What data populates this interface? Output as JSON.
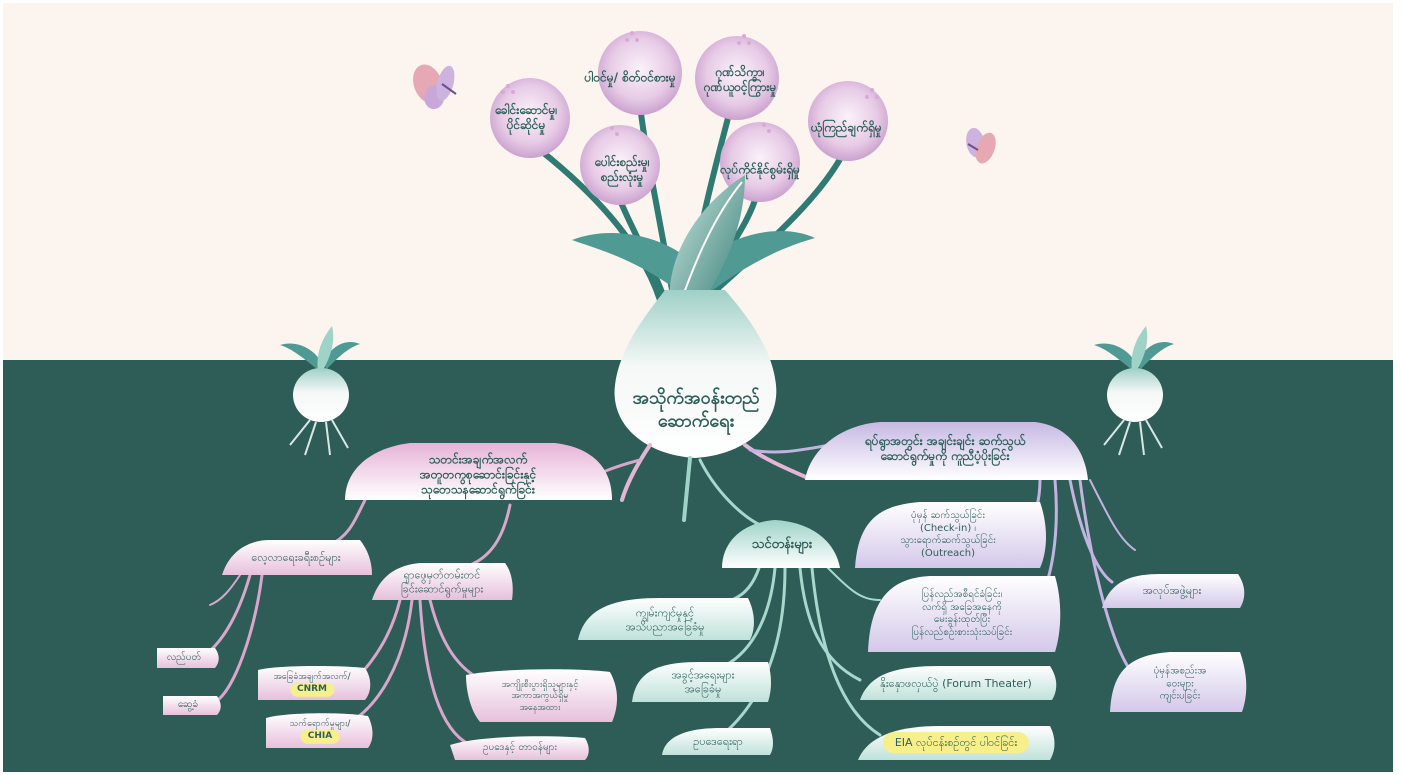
{
  "center": {
    "line1": "အသိုက်အဝန်းတည်",
    "line2": "ဆောက်ရေး"
  },
  "flowers": [
    {
      "lines": [
        "ခေါင်းဆောင်မှု၊",
        "ပိုင်ဆိုင်မှု"
      ]
    },
    {
      "lines": [
        "ပါဝင်မှု/ စိတ်ဝင်စားမှု"
      ]
    },
    {
      "lines": [
        "ဂုဏ်သိက္ခာ၊",
        "ဂုဏ်ယူဝင့်ကြွားမှု"
      ]
    },
    {
      "lines": [
        "ယုံကြည်ချက်ရှိမှု"
      ]
    },
    {
      "lines": [
        "ပေါင်းစည်းမှု၊",
        "စည်းလုံးမှု"
      ]
    },
    {
      "lines": [
        "လုပ်ကိုင်နိုင်စွမ်းရှိမှု"
      ]
    }
  ],
  "branches": {
    "left": {
      "title": [
        "သတင်းအချက်အလက်",
        "အတူတကွစုဆောင်းခြင်းနှင့်",
        "သုတေသနဆောင်ရွက်ခြင်း"
      ],
      "study_groups": "လေ့လာရေးခရီးစဉ်များ",
      "field_mapping": [
        "ရှာဖွေမှတ်တမ်းတင်",
        "ခြင်းဆောင်ရွက်မှုများ"
      ],
      "calendar": "လည်ပတ်",
      "maps": "ဆွေ့ခံ",
      "baseline": "အခြေခံအချက်အလက်/",
      "baseline_tag": "CNRM",
      "impact": "သက်ရောက်မှုများ/",
      "impact_tag": "CHIA",
      "rights": [
        "အကျိုးစီးပွားရှိသူများနှင့်",
        "အကာအကွယ်ရှိမှု",
        "အနေအထား"
      ],
      "law": "ဥပဒေနှင့် တာဝန်များ"
    },
    "middle": {
      "title": "သင်တန်းများ",
      "env": [
        "ကျွမ်းကျင်မှုနှင့်",
        "အသိပညာအခြေခံမှု"
      ],
      "rights": [
        "အခွင့်အရေးများ",
        "အခြေခံမှု"
      ],
      "law": "ဥပဒေရေးရာ",
      "forum": "နိုးနှောဖလှယ်ပွဲ (Forum Theater)",
      "eia": "EIA လုပ်ငန်းစဉ်တွင် ပါဝင်ခြင်း"
    },
    "right": {
      "title": [
        "ရပ်ရွာအတွင်း အချင်းချင်း ဆက်သွယ်",
        "ဆောင်ရွက်မှုကို ကူညီပံ့ပိုးခြင်း"
      ],
      "checkin": [
        "ပုံမှန် ဆက်သွယ်ခြင်း",
        "(Check-in) ၊",
        "သွားရောက်ဆက်သွယ်ခြင်း",
        "(Outreach)"
      ],
      "feedback": [
        "ပြန်လည်အစီရင်ခံခြင်း၊",
        "လက်ရှိ အခြေအနေကို",
        "မေးခွန်းထုတ်ပြီး",
        "ပြန်လည်စဉ်းစားသုံးသပ်ခြင်း"
      ],
      "networks": "အလုပ်အဖွဲ့များ",
      "meetings": [
        "ပုံမှန်အစည်းအ",
        "ဝေးများ",
        "ကျင်းပခြင်း"
      ]
    }
  },
  "colors": {
    "sky": "#fcf4ef",
    "ground": "#2e5c57",
    "teal_dark": "#2f6e68",
    "teal": "#4f9a92",
    "teal_light": "#dff0ec",
    "pink_branch": "#e4b6d6",
    "lavender_branch": "#c8b9e2",
    "flower": "#d9b7db",
    "text": "#2f5f5a",
    "highlight": "#f7ef8a"
  }
}
